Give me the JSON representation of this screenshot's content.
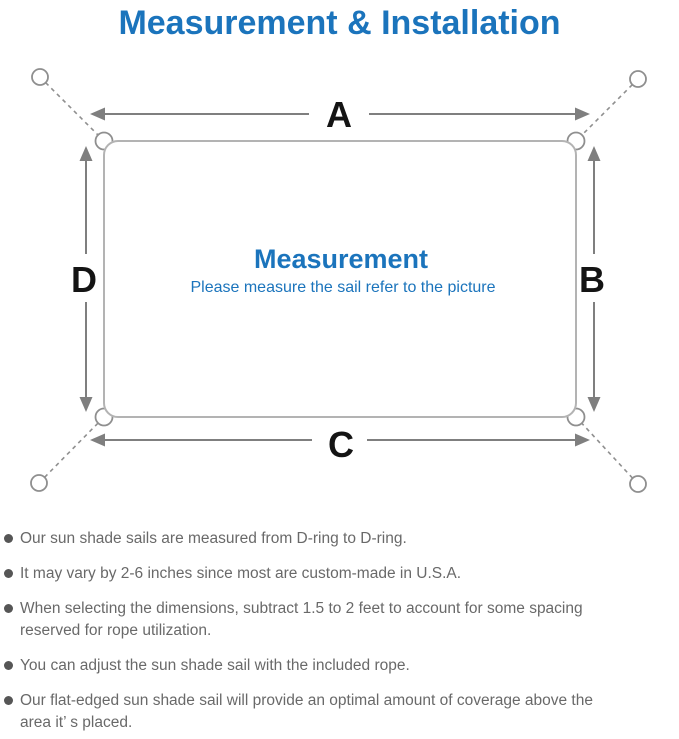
{
  "title": "Measurement & Installation",
  "diagram": {
    "heading": "Measurement",
    "subheading": "Please measure the sail refer to the picture",
    "labels": {
      "top": "A",
      "right": "B",
      "bottom": "C",
      "left": "D"
    }
  },
  "notes": {
    "items": [
      "Our sun shade sails are measured from D-ring to D-ring.",
      "It may vary by 2-6 inches since most are custom-made in U.S.A.",
      "When selecting the dimensions, subtract 1.5 to 2 feet to account for some spacing reserved for rope utilization.",
      "You can adjust the sun shade sail with the included rope.",
      "Our flat-edged sun shade sail will provide an optimal amount of coverage above the area it’ s placed."
    ]
  },
  "colors": {
    "accent_blue": "#1b74bc",
    "dimension_gray": "#7f7f7f",
    "sail_border_gray": "#b3b3b3",
    "note_text_gray": "#696969",
    "label_black": "#141414"
  }
}
